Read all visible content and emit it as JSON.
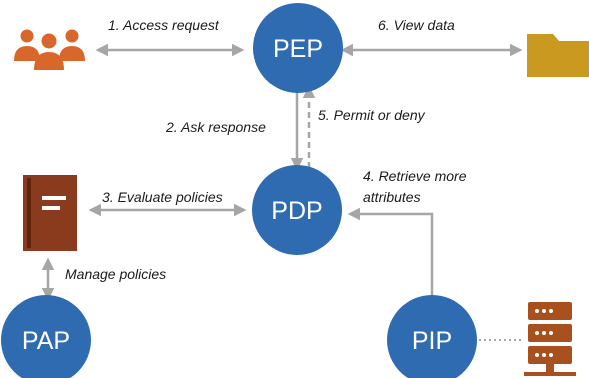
{
  "nodes": {
    "pep": {
      "label": "PEP"
    },
    "pdp": {
      "label": "PDP"
    },
    "pap": {
      "label": "PAP"
    },
    "pip": {
      "label": "PIP"
    }
  },
  "edges": {
    "access_request": "1. Access request",
    "ask_response": "2. Ask response",
    "evaluate_policies": "3. Evaluate policies",
    "retrieve_line1": "4. Retrieve more",
    "retrieve_line2": "attributes",
    "permit_deny": "5. Permit or deny",
    "view_data": "6. View data",
    "manage_policies": "Manage policies"
  },
  "icons": {
    "users": "users-icon",
    "folder": "folder-icon",
    "policy_book": "policy-book-icon",
    "server": "server-icon"
  },
  "colors": {
    "node_fill": "#2e6bb0",
    "arrow": "#a6a6a6",
    "users": "#d9662a",
    "folder": "#c99a1f",
    "book": "#8a3b1d",
    "server": "#a9501f"
  }
}
